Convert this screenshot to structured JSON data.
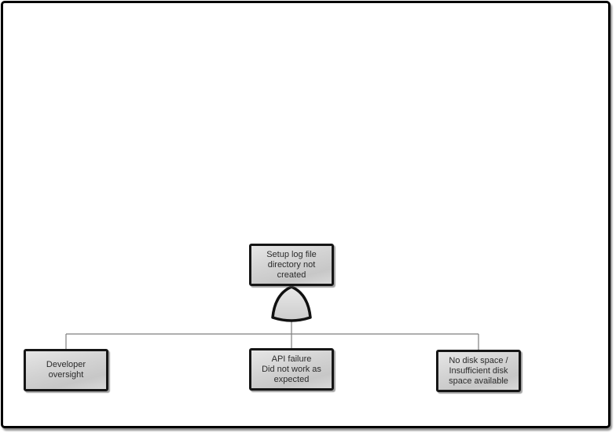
{
  "diagram": {
    "type": "fault-tree",
    "top_event": {
      "label": "Setup log file\ndirectory not\ncreated"
    },
    "gate": {
      "type": "OR",
      "icon": "or-gate-icon"
    },
    "basic_events": [
      {
        "label": "Developer\noversight"
      },
      {
        "label": "API failure\nDid not work as\nexpected"
      },
      {
        "label": "No disk space /\nInsufficient disk\nspace available"
      }
    ],
    "colors": {
      "frame_border": "#000000",
      "background": "#ffffff",
      "node_border": "#161616",
      "node_fill_light": "#e6e6e6",
      "node_fill_dark": "#c7c7c7",
      "connector": "#7f7f7f",
      "text": "#2b2b2b"
    }
  }
}
